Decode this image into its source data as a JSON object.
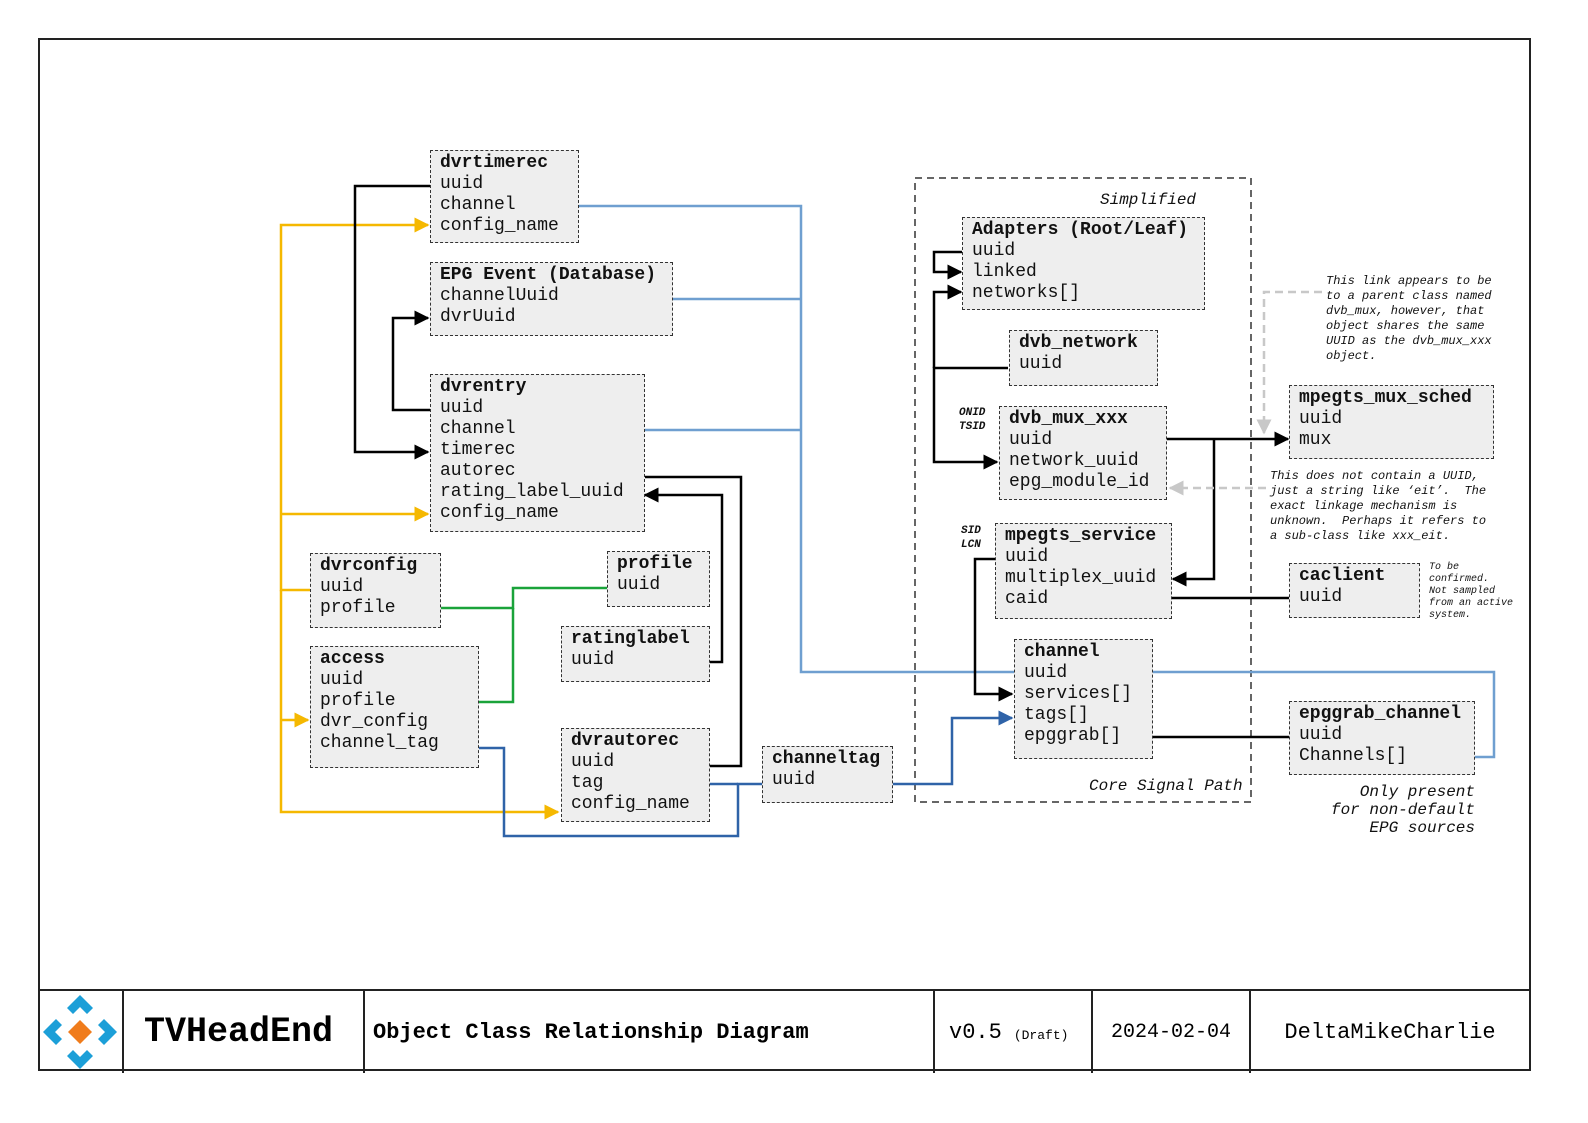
{
  "boxes": {
    "dvrtimerec": {
      "title": "dvrtimerec",
      "fields": [
        "uuid",
        "channel",
        "config_name"
      ]
    },
    "epg_event": {
      "title": "EPG Event (Database)",
      "fields": [
        "channelUuid",
        "dvrUuid"
      ]
    },
    "dvrentry": {
      "title": "dvrentry",
      "fields": [
        "uuid",
        "channel",
        "timerec",
        "autorec",
        "rating_label_uuid",
        "config_name"
      ]
    },
    "dvrconfig": {
      "title": "dvrconfig",
      "fields": [
        "uuid",
        "profile"
      ]
    },
    "profile": {
      "title": "profile",
      "fields": [
        "uuid"
      ]
    },
    "ratinglabel": {
      "title": "ratinglabel",
      "fields": [
        "uuid"
      ]
    },
    "access": {
      "title": "access",
      "fields": [
        "uuid",
        "profile",
        "dvr_config",
        "channel_tag"
      ]
    },
    "dvrautorec": {
      "title": "dvrautorec",
      "fields": [
        "uuid",
        "tag",
        "config_name"
      ]
    },
    "channeltag": {
      "title": "channeltag",
      "fields": [
        "uuid"
      ]
    },
    "adapters": {
      "title": "Adapters (Root/Leaf)",
      "fields": [
        "uuid",
        "linked",
        "networks[]"
      ]
    },
    "dvb_network": {
      "title": "dvb_network",
      "fields": [
        "uuid"
      ]
    },
    "dvb_mux": {
      "title": "dvb_mux_xxx",
      "fields": [
        "uuid",
        "network_uuid",
        "epg_module_id"
      ]
    },
    "mpegts_service": {
      "title": "mpegts_service",
      "fields": [
        "uuid",
        "multiplex_uuid",
        "caid"
      ]
    },
    "channel": {
      "title": "channel",
      "fields": [
        "uuid",
        "services[]",
        "tags[]",
        "epggrab[]"
      ]
    },
    "mpegts_mux_sched": {
      "title": "mpegts_mux_sched",
      "fields": [
        "uuid",
        "mux"
      ]
    },
    "caclient": {
      "title": "caclient",
      "fields": [
        "uuid"
      ]
    },
    "epggrab_channel": {
      "title": "epggrab_channel",
      "fields": [
        "uuid",
        "Channels[]"
      ]
    }
  },
  "notes": {
    "simplified": "Simplified",
    "core_signal_path": "Core Signal Path",
    "onid_tsid": "ONID\nTSID",
    "sid_lcn": "SID\nLCN",
    "parent_class": "This link appears to be\nto a parent class named\ndvb_mux, however, that\nobject shares the same\nUUID as the dvb_mux_xxx\nobject.",
    "no_uuid": "This does not contain a UUID,\njust a string like ‘eit’.  The\nexact linkage mechanism is\nunknown.  Perhaps it refers to\na sub-class like xxx_eit.",
    "to_be_confirmed": "To be\nconfirmed.\nNot sampled\nfrom an active\nsystem.",
    "only_present": "Only present\nfor non-default\nEPG sources"
  },
  "colors": {
    "black": "#000000",
    "yellow": "#f5b800",
    "green": "#1aa33a",
    "light_blue": "#6f9fd0",
    "dark_blue": "#2f63a8",
    "grey_dashed": "#c8c8c8",
    "logo_blue": "#1c9fd8",
    "logo_orange": "#f07c1c"
  },
  "titlebar": {
    "logo_icon": "tvheadend-logo-icon",
    "app": "TVHeadEnd",
    "title": "Object Class Relationship Diagram",
    "version": "v0.5",
    "status": "(Draft)",
    "date": "2024-02-04",
    "author": "DeltaMikeCharlie"
  }
}
